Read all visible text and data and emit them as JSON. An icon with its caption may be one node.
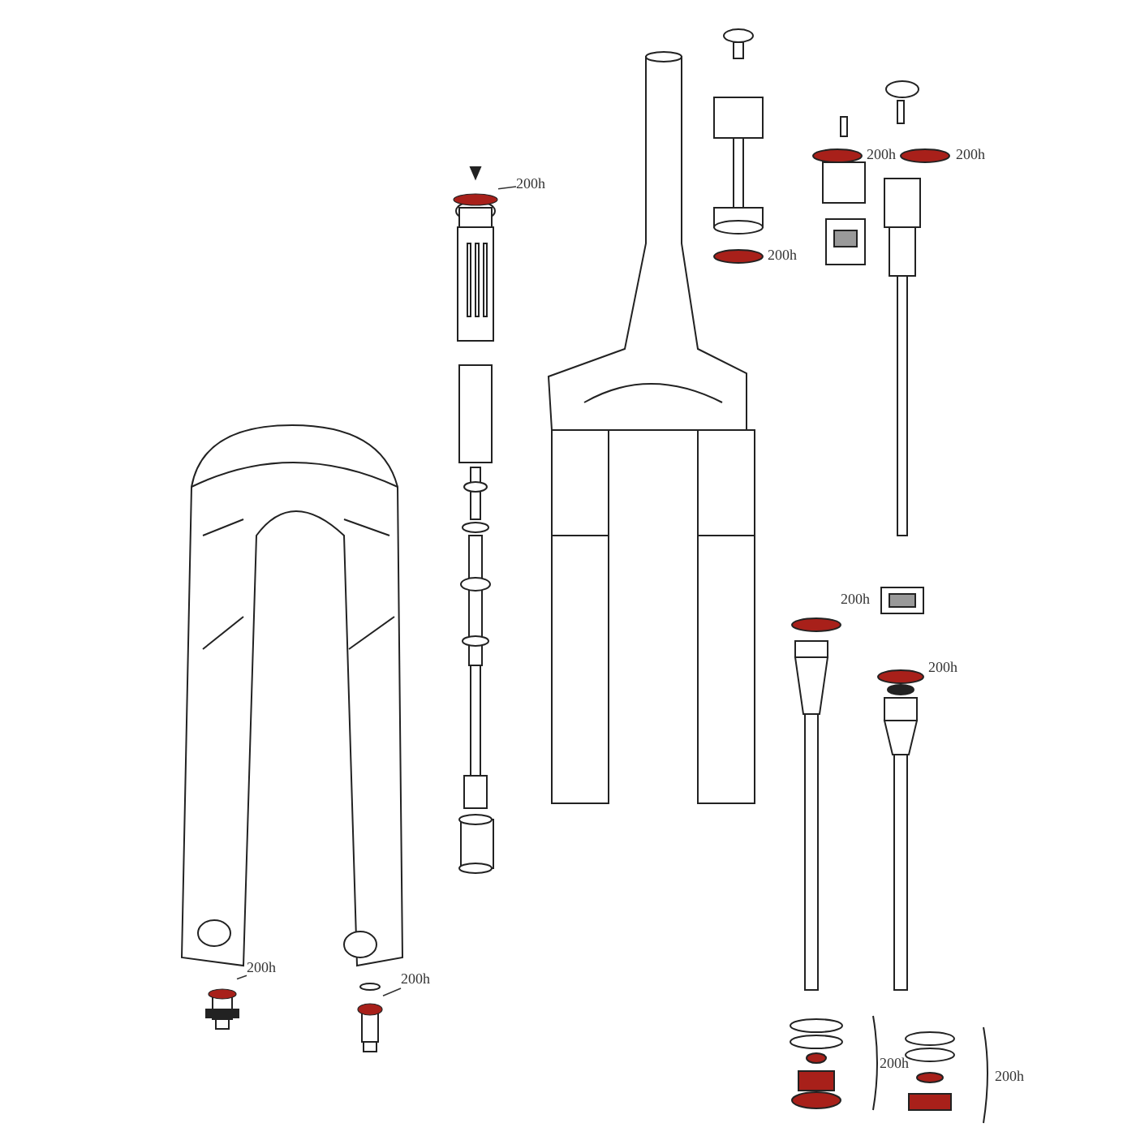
{
  "diagram": {
    "nodes": [
      {
        "text": [
          "200h"
        ]
      },
      {
        "text": [],
        "shape": "circle"
      },
      {
        "text": [
          "200h"
        ]
      },
      {
        "text": [],
        "shape": "circle"
      },
      {
        "text": [
          "200h"
        ]
      },
      {
        "text": [],
        "shape": "circle"
      }
    ],
    "edges": [
      {
        "from": 0,
        "to": 1,
        "arrow": "none"
      },
      {
        "from": 2,
        "to": 3,
        "arrow": "none"
      },
      {
        "from": 4,
        "to": 5,
        "arrow": "none"
      }
    ],
    "labels": [
      "200h",
      "200h",
      "200h",
      "200h",
      "200h",
      "200h",
      "200h"
    ]
  }
}
